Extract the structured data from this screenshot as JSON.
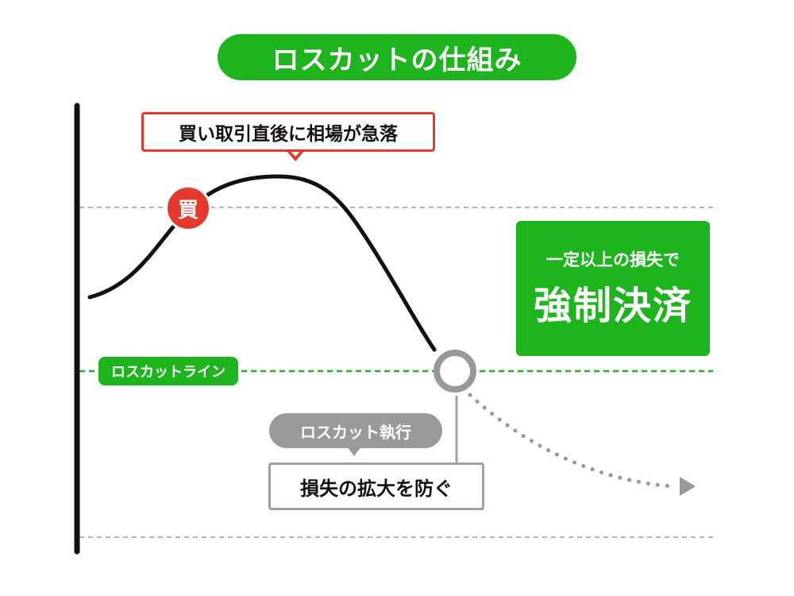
{
  "title": "ロスカットの仕組み",
  "callout_crash": "買い取引直後に相場が急落",
  "buy_badge": "買",
  "forced_settlement": {
    "small": "一定以上の損失で",
    "big": "強制決済"
  },
  "losscut_line_label": "ロスカットライン",
  "execute_label": "ロスカット執行",
  "prevent_label": "損失の拡大を防ぐ",
  "colors": {
    "green": "#1db41d",
    "red": "#e23b2e",
    "gray": "#999999",
    "black": "#111111"
  }
}
